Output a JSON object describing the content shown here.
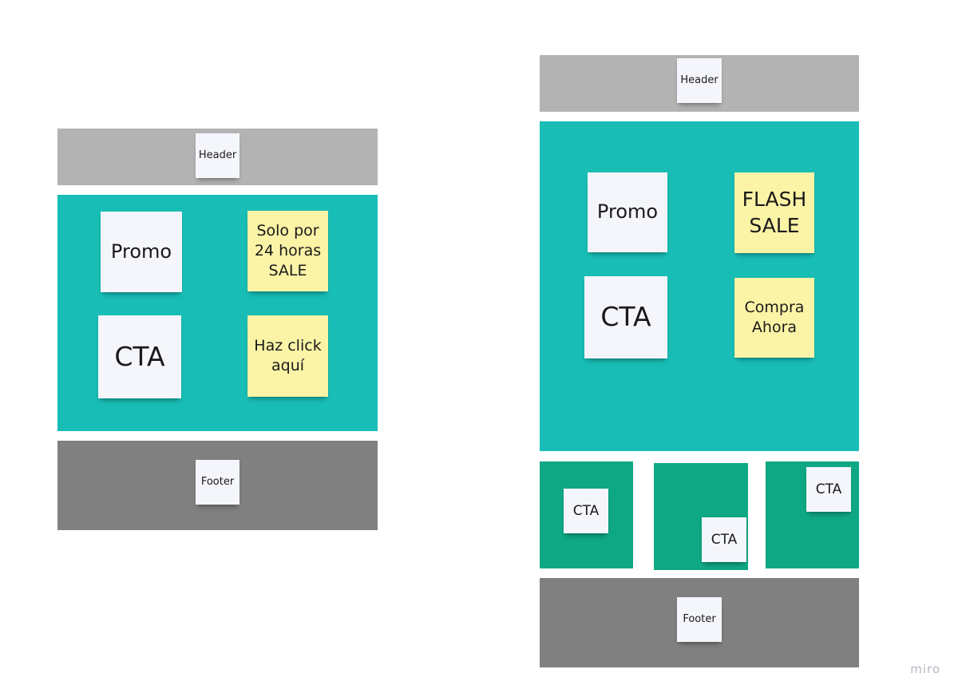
{
  "brand": "miro",
  "colors": {
    "header_block": "#b3b3b3",
    "footer_block": "#808080",
    "hero_block": "#18beb6",
    "cta_block": "#0fa885",
    "note_white": "#f4f6fb",
    "note_yellow": "#fbf3a6"
  },
  "left_wireframe": {
    "header": "Header",
    "promo": "Promo",
    "sale_note": "Solo por\n24 horas\nSALE",
    "cta": "CTA",
    "click_note": "Haz click\naquí",
    "footer": "Footer"
  },
  "right_wireframe": {
    "header": "Header",
    "promo": "Promo",
    "flash_note": "FLASH\nSALE",
    "cta": "CTA",
    "buy_note": "Compra\nAhora",
    "cta_cards": [
      "CTA",
      "CTA",
      "CTA"
    ],
    "footer": "Footer"
  }
}
